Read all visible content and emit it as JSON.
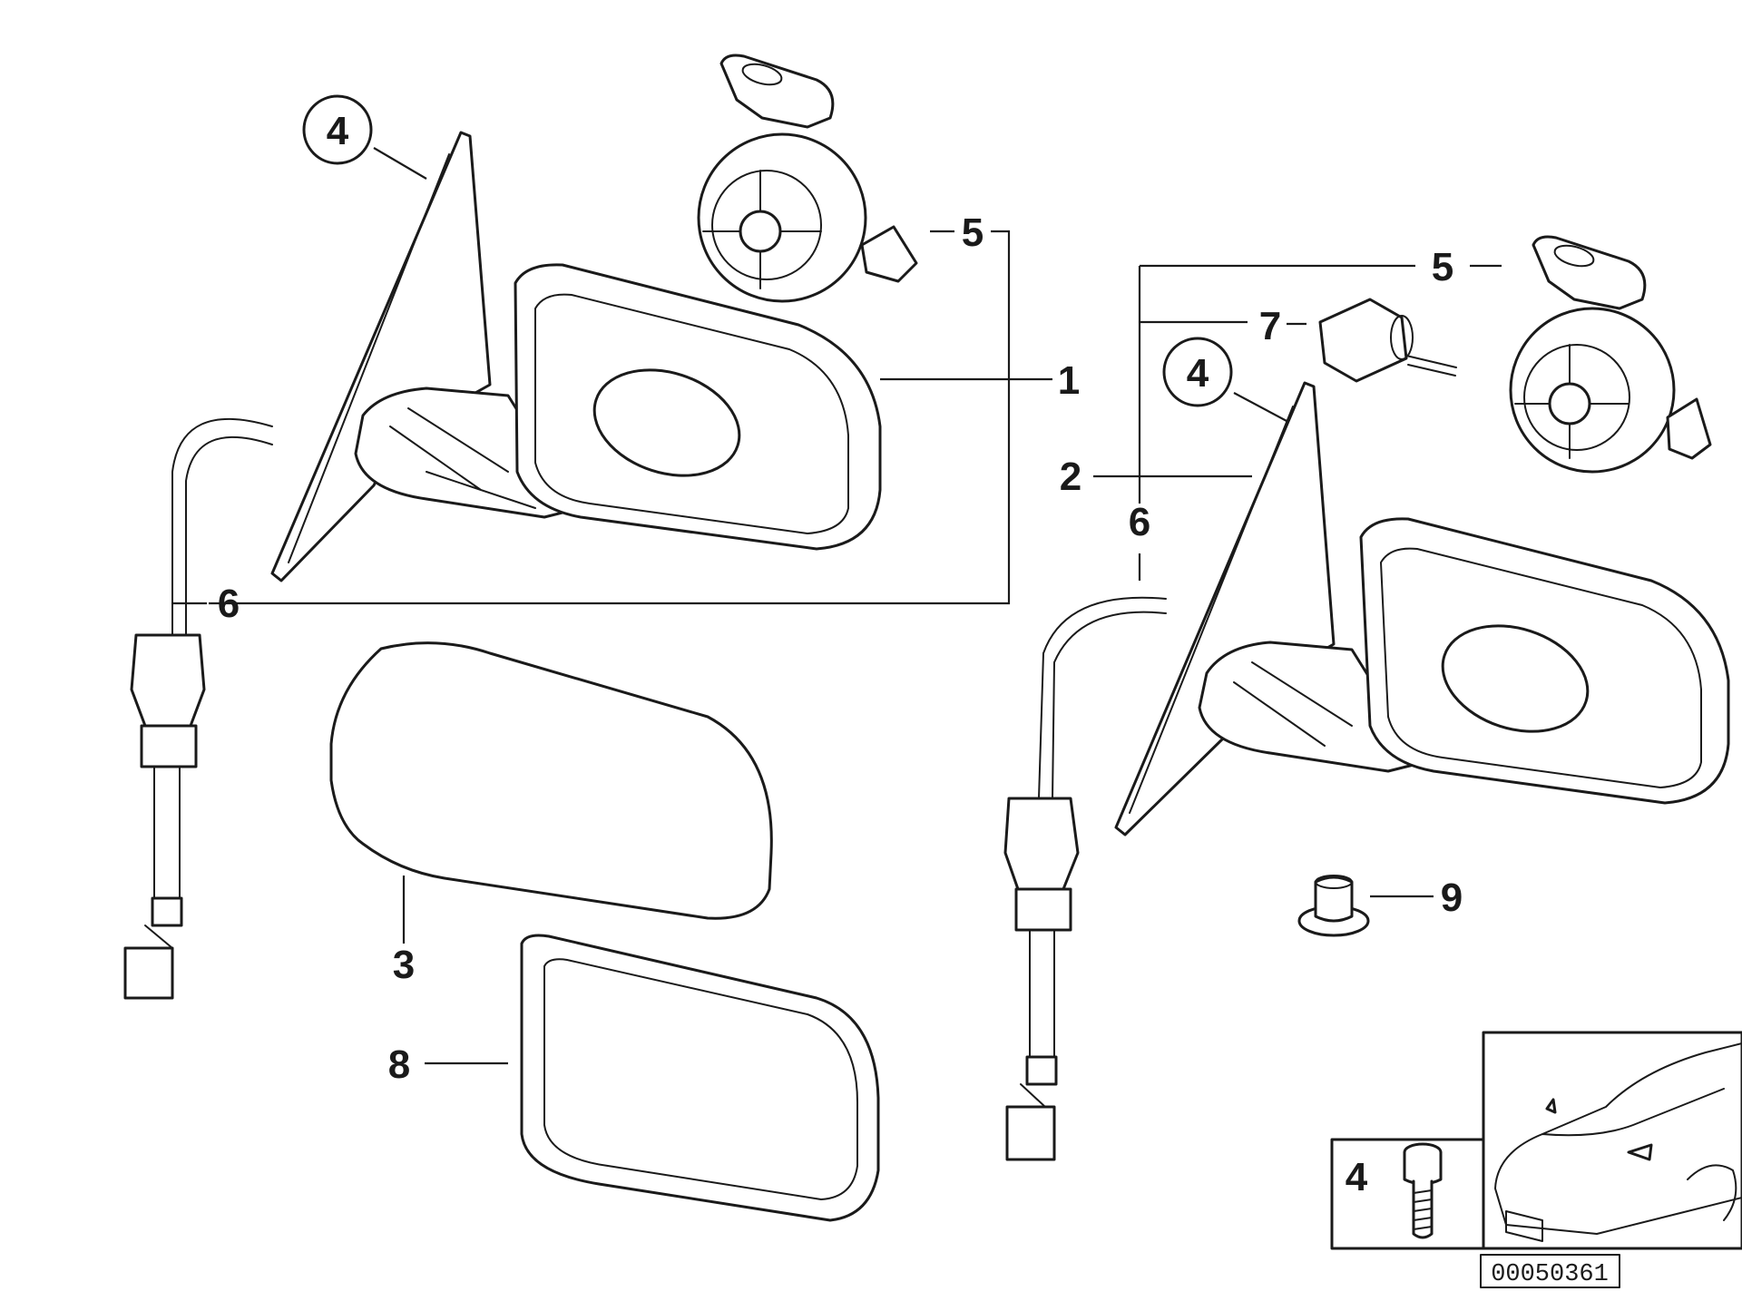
{
  "diagram": {
    "callouts": {
      "c1": "1",
      "c2": "2",
      "c3": "3",
      "c4_left": "4",
      "c4_right": "4",
      "c4_bolt": "4",
      "c5_left": "5",
      "c5_right": "5",
      "c6_left": "6",
      "c6_right": "6",
      "c7": "7",
      "c8": "8",
      "c9": "9"
    },
    "reference_number": "00050361"
  }
}
